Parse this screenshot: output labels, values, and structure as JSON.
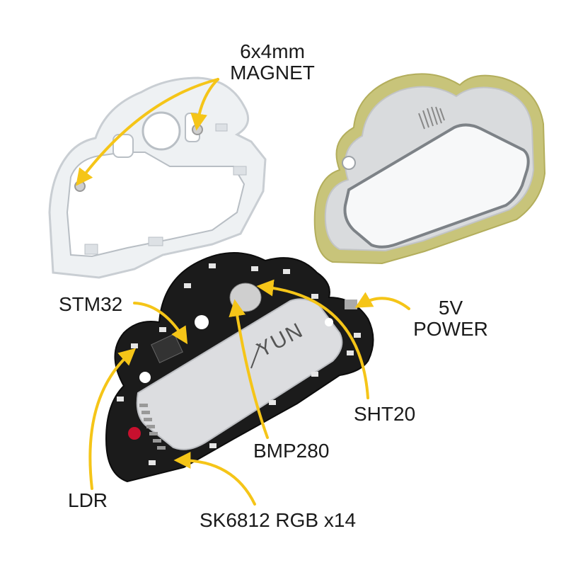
{
  "labels": {
    "magnet_line1": "6x4mm",
    "magnet_line2": "MAGNET",
    "stm32": "STM32",
    "power_line1": "5V",
    "power_line2": "POWER",
    "sht20": "SHT20",
    "bmp280": "BMP280",
    "ldr": "LDR",
    "sk6812": "SK6812 RGB x14"
  },
  "board": {
    "silk_text": "YUN"
  },
  "colors": {
    "arrow": "#f5c518",
    "pcb": "#1b1b1b",
    "panel": "#d8dadc",
    "frame": "#c8c47a",
    "acrylic": "#e9ecef"
  }
}
